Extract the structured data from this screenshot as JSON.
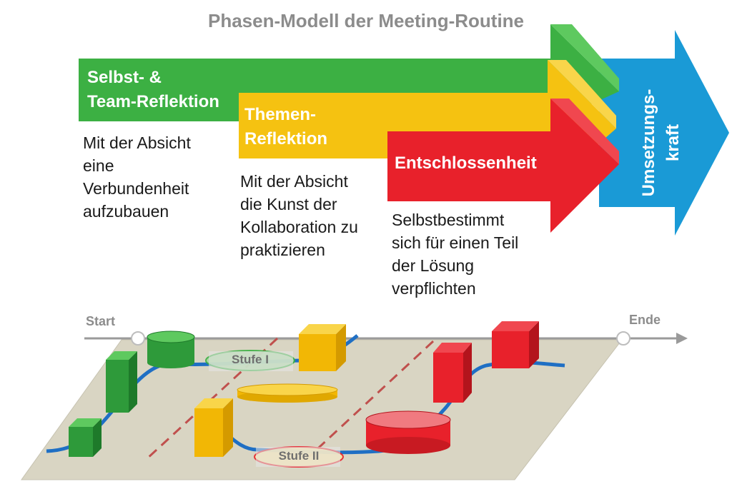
{
  "title": "Phasen-Modell der Meeting-Routine",
  "phases": [
    {
      "label": "Selbst- &\nTeam-Reflektion",
      "color": "#3cb043",
      "description": "Mit der Absicht\neine\nVerbundenheit\naufzubauen"
    },
    {
      "label": "Themen-\nReflektion",
      "color": "#f5c211",
      "description": "Mit der Absicht\ndie Kunst der\nKollaboration zu\npraktizieren"
    },
    {
      "label": "Entschlossenheit",
      "color": "#e8212b",
      "description": "Selbstbestimmt\nsich für einen Teil\nder Lösung\nverpflichten"
    }
  ],
  "result": {
    "label": "Umsetzungs-\nkraft",
    "color": "#1a9ad6"
  },
  "timeline": {
    "start": "Start",
    "end": "Ende"
  },
  "stages": [
    "Stufe I",
    "Stufe II"
  ]
}
